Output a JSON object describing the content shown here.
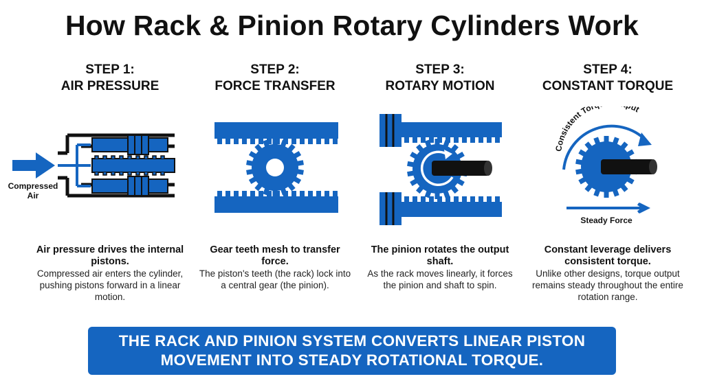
{
  "title": "How Rack & Pinion Rotary Cylinders Work",
  "colors": {
    "blue": "#1565c0",
    "black": "#111111",
    "white": "#ffffff"
  },
  "steps": [
    {
      "number": "STEP 1:",
      "name": "AIR PRESSURE",
      "bold": "Air pressure drives the internal pistons.",
      "text": "Compressed air enters the cylinder, pushing pistons forward in a linear motion."
    },
    {
      "number": "STEP 2:",
      "name": "FORCE TRANSFER",
      "bold": "Gear teeth mesh to transfer force.",
      "text": "The piston's teeth (the rack) lock into a central gear (the pinion)."
    },
    {
      "number": "STEP 3:",
      "name": "ROTARY MOTION",
      "bold": "The pinion rotates the output shaft.",
      "text": "As the rack moves linearly, it forces the pinion and shaft to spin."
    },
    {
      "number": "STEP 4:",
      "name": "CONSTANT TORQUE",
      "bold": "Constant leverage delivers consistent torque.",
      "text": "Unlike other designs, torque output remains steady throughout the entire rotation range."
    }
  ],
  "labels": {
    "compressed_air_1": "Compressed",
    "compressed_air_2": "Air",
    "torque_output": "Consistent Torque Output",
    "steady_force": "Steady Force"
  },
  "banner": {
    "line1": "THE RACK AND PINION SYSTEM CONVERTS LINEAR PISTON",
    "line2": "MOVEMENT INTO STEADY ROTATIONAL TORQUE."
  }
}
